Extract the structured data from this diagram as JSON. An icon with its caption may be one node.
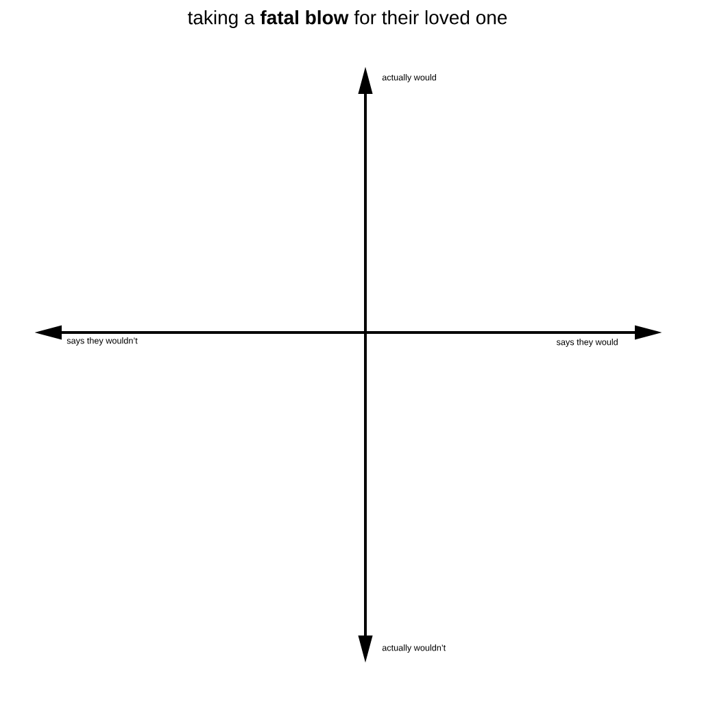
{
  "diagram": {
    "title": "taking a **fatal blow** for their loved one",
    "labels": [
      "actually would",
      "says they wouldn’t",
      "says they would",
      "actually wouldn’t"
    ]
  }
}
